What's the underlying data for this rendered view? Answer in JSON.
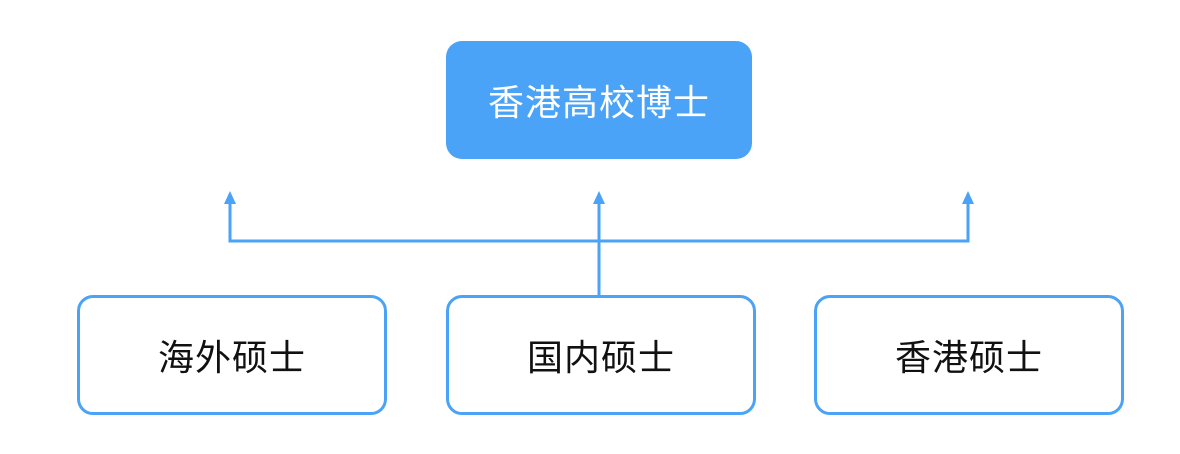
{
  "diagram": {
    "top": {
      "label": "香港高校博士"
    },
    "children": [
      {
        "label": "海外硕士"
      },
      {
        "label": "国内硕士"
      },
      {
        "label": "香港硕士"
      }
    ]
  },
  "colors": {
    "accent": "#4aa3f7",
    "text_dark": "#111111",
    "text_light": "#ffffff",
    "background": "#ffffff"
  }
}
